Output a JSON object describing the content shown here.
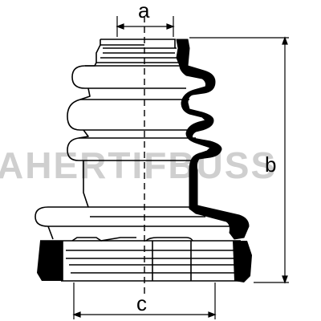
{
  "dimensions": {
    "a_label": "a",
    "b_label": "b",
    "c_label": "c"
  },
  "watermark": {
    "text": "AHERTIFBUSS",
    "color": "#cfcfcf"
  },
  "colors": {
    "line": "#000000",
    "section_fill": "#000000",
    "background": "#ffffff"
  }
}
